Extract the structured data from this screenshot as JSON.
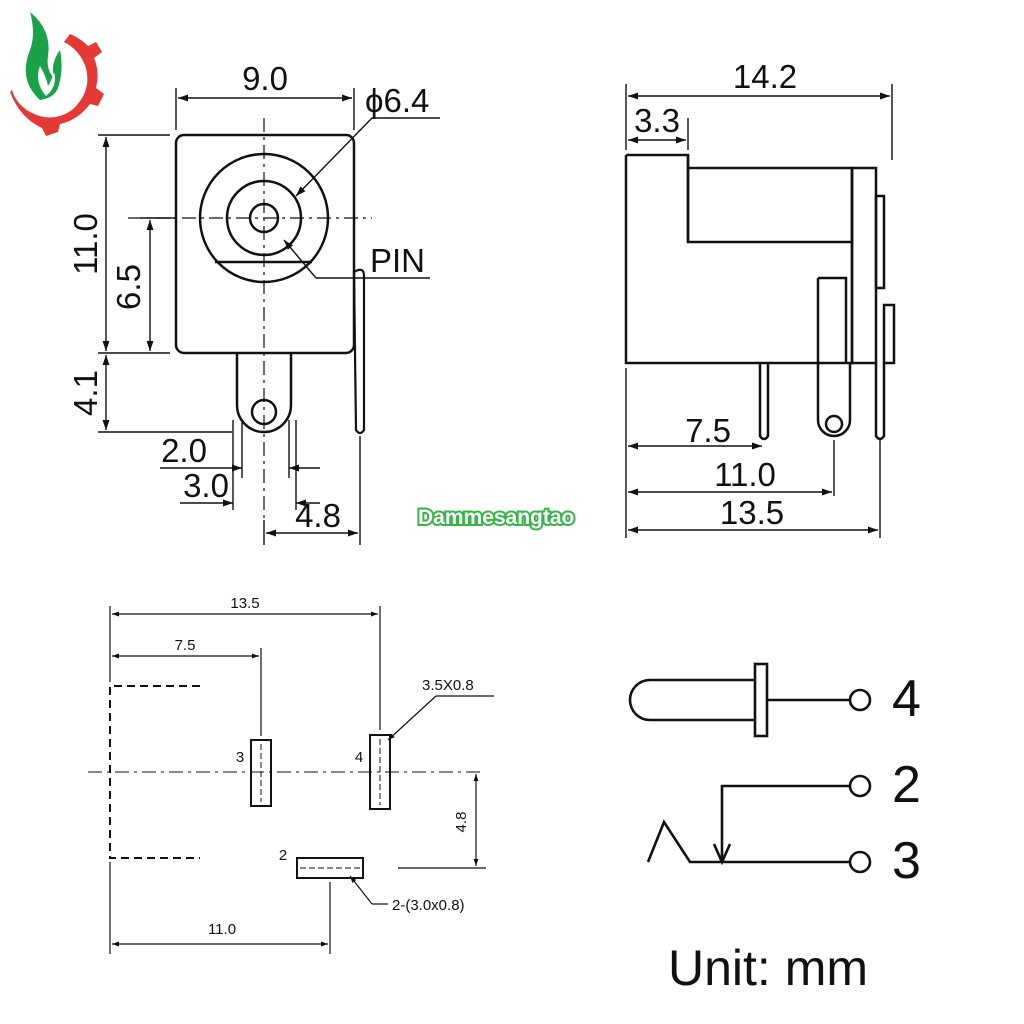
{
  "logo": {
    "icon": "flame-gear-logo-icon",
    "colors": {
      "flame": "#1aa24a",
      "gear": "#e53935"
    }
  },
  "watermark": {
    "text": "Dammesangtao",
    "color": "#37b34a"
  },
  "front_view": {
    "width": "9.0",
    "diameter": "ϕ6.4",
    "height": "11.0",
    "center_height": "6.5",
    "pin_label": "PIN",
    "pin_length": "4.1",
    "pin_width_a": "2.0",
    "pin_width_b": "3.0",
    "pin_offset": "4.8"
  },
  "side_view": {
    "total_length": "14.2",
    "step": "3.3",
    "pin_a": "7.5",
    "pin_b": "11.0",
    "pin_c": "13.5"
  },
  "footprint": {
    "total": "13.5",
    "to_pin3": "7.5",
    "to_pin2": "11.0",
    "pad_label_34": "3.5X0.8",
    "vertical_offset": "4.8",
    "pad3": "3",
    "pad4": "4",
    "pad2": "2",
    "slot_label": "2-(3.0x0.8)"
  },
  "schematic": {
    "pin_top": "4",
    "pin_mid": "2",
    "pin_bot": "3"
  },
  "unit_label": "Unit: mm"
}
